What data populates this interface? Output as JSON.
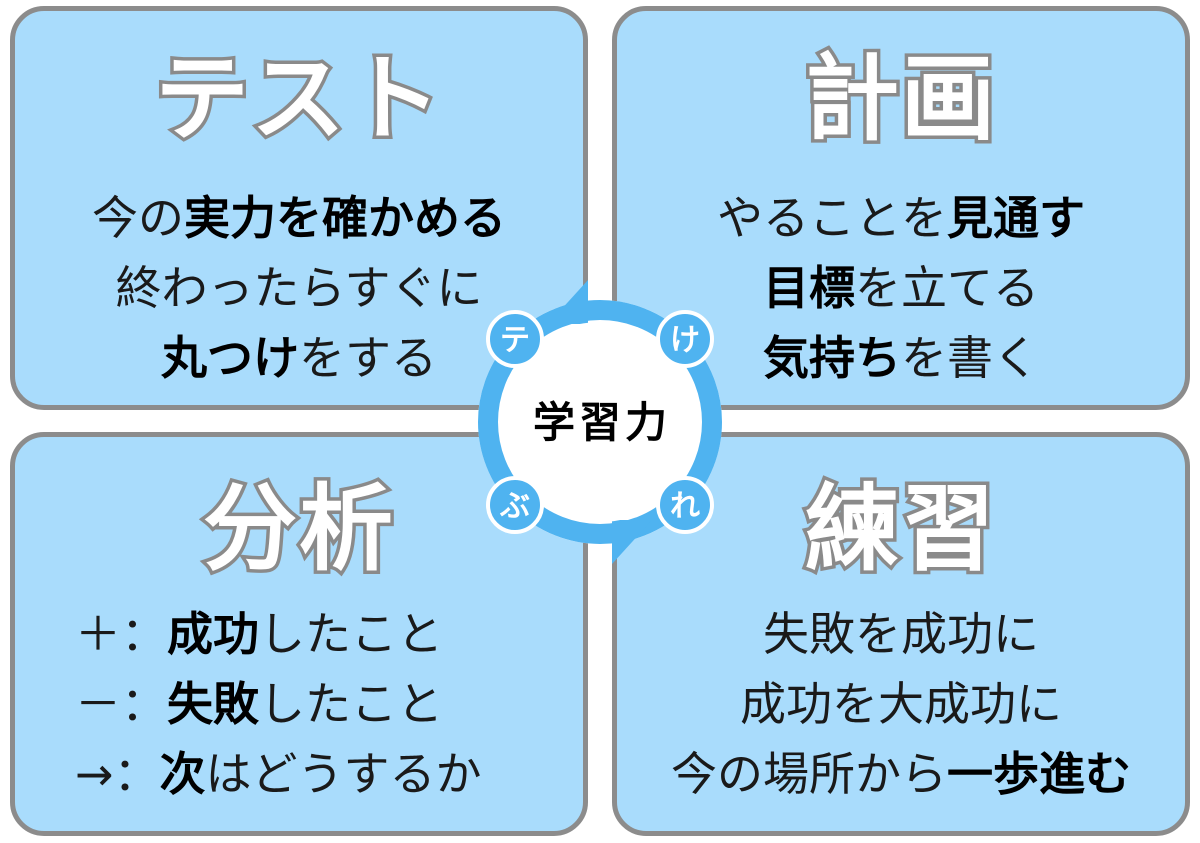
{
  "center": {
    "label": "学習力",
    "badges": [
      "テ",
      "け",
      "ぶ",
      "れ"
    ]
  },
  "colors": {
    "panel_fill": "#a9dcfc",
    "panel_border": "#8c8c8c",
    "ring": "#4fb3f0",
    "title_text": "#ffffff",
    "title_outline": "#8a8a8a"
  },
  "panels": {
    "test": {
      "title": "テスト",
      "lines": [
        [
          {
            "t": "今の"
          },
          {
            "t": "実力を確かめる",
            "b": true
          }
        ],
        [
          {
            "t": "終わったらすぐに"
          }
        ],
        [
          {
            "t": "丸つけ",
            "b": true
          },
          {
            "t": "をする"
          }
        ]
      ]
    },
    "plan": {
      "title": "計画",
      "lines": [
        [
          {
            "t": "やることを"
          },
          {
            "t": "見通す",
            "b": true
          }
        ],
        [
          {
            "t": "目標",
            "b": true
          },
          {
            "t": "を立てる"
          }
        ],
        [
          {
            "t": "気持ち",
            "b": true
          },
          {
            "t": "を書く"
          }
        ]
      ]
    },
    "analysis": {
      "title": "分析",
      "lines": [
        [
          {
            "t": "＋："
          },
          {
            "t": "成功",
            "b": true
          },
          {
            "t": "したこと"
          }
        ],
        [
          {
            "t": "－："
          },
          {
            "t": "失敗",
            "b": true
          },
          {
            "t": "したこと"
          }
        ],
        [
          {
            "t": "→："
          },
          {
            "t": "次",
            "b": true
          },
          {
            "t": "はどうするか"
          }
        ]
      ]
    },
    "practice": {
      "title": "練習",
      "lines": [
        [
          {
            "t": "失敗を成功に"
          }
        ],
        [
          {
            "t": "成功を大成功に"
          }
        ],
        [
          {
            "t": "今の場所から"
          },
          {
            "t": "一歩進む",
            "b": true
          }
        ]
      ]
    }
  }
}
